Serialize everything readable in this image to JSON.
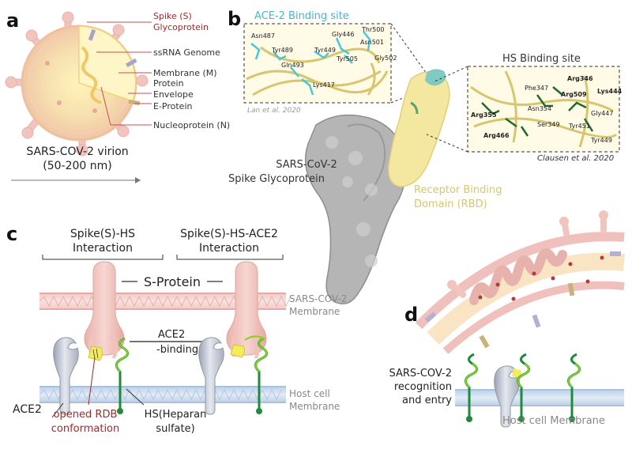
{
  "colors": {
    "spike": "#f2c6c0",
    "membrane_red": "#e8b4b0",
    "membrane_blue": "#b9cde6",
    "hs_green": "#1e8b3c",
    "lime": "#8fd020",
    "yellow": "#f4ec5a",
    "rbd_yellow": "#f4e7a0",
    "cyan": "#45c8d8",
    "dark_red": "#9c2a2a",
    "grey_text": "#888888",
    "ace2_grey": "#c3c8d3"
  },
  "panel_a": {
    "letter": "a",
    "labels": {
      "spike": [
        "Spike (S)",
        "Glycoprotein"
      ],
      "ssrna": "ssRNA Genome",
      "membrane": [
        "Membrane (M)",
        "Protein"
      ],
      "envelope": "Envelope",
      "eprotein": "E-Protein",
      "nucleoprotein": "Nucleoprotein (N)"
    },
    "caption": [
      "SARS-COV-2  virion",
      "(50-200 nm)"
    ]
  },
  "panel_b": {
    "letter": "b",
    "ace2_site": {
      "title": "ACE-2 Binding site",
      "residues": [
        "Asn487",
        "Tyr489",
        "Gln493",
        "Tyr449",
        "Gly446",
        "Tyr505",
        "Lys417",
        "Thr500",
        "Asn501",
        "Gly502"
      ],
      "citation": "Lan et al. 2020"
    },
    "hs_site": {
      "title": "HS Binding site",
      "residues": [
        "Phe347",
        "Arg346",
        "Arg509",
        "Lys444",
        "Arg355",
        "Asn354",
        "Gly447",
        "Ser349",
        "Tyr451",
        "Arg466",
        "Tyr449"
      ],
      "citation": "Clausen et al. 2020"
    },
    "spike_label": [
      "SARS-CoV-2",
      "Spike Glycoprotein"
    ],
    "rbd_label": [
      "Receptor Binding",
      "Domain (RBD)"
    ]
  },
  "panel_c": {
    "letter": "c",
    "headers": {
      "left": [
        "Spike(S)-HS",
        "Interaction"
      ],
      "right": [
        "Spike(S)-HS-ACE2",
        "Interaction"
      ]
    },
    "sprotein": "S-Protein",
    "viral_membrane": [
      "SARS-COV-2",
      "Membrane"
    ],
    "arrow_label": [
      "ACE2",
      "-binding"
    ],
    "host_membrane": [
      "Host cell",
      "Membrane"
    ],
    "ace2": "ACE2",
    "rdb": [
      "opened RDB",
      "conformation"
    ],
    "hs": [
      "HS(Heparan",
      "sulfate)"
    ]
  },
  "panel_d": {
    "letter": "d",
    "recognition": [
      "SARS-COV-2",
      "recognition",
      "and entry"
    ],
    "host": "Host cell Membrane"
  }
}
